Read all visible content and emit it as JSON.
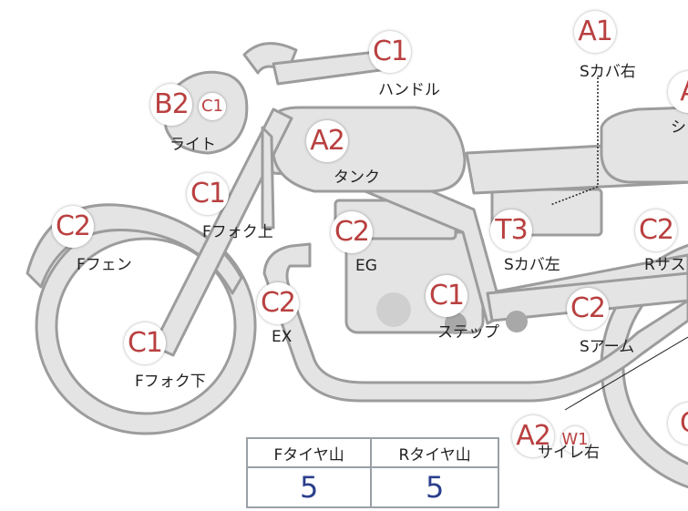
{
  "parts": [
    {
      "id": "handle",
      "grade": "C1",
      "label": "ハンドル"
    },
    {
      "id": "side-cover-right",
      "grade": "A1",
      "label": "Sカバ右"
    },
    {
      "id": "seat",
      "grade": "A",
      "label": "シ"
    },
    {
      "id": "light",
      "grade": "B2",
      "grade2": "C1",
      "label": "ライト"
    },
    {
      "id": "tank",
      "grade": "A2",
      "label": "タンク"
    },
    {
      "id": "front-fork-upper",
      "grade": "C1",
      "label": "Fフォク上"
    },
    {
      "id": "front-fender",
      "grade": "C2",
      "label": "Fフェン"
    },
    {
      "id": "engine",
      "grade": "C2",
      "label": "EG"
    },
    {
      "id": "side-cover-left",
      "grade": "T3",
      "label": "Sカバ左"
    },
    {
      "id": "rear-suspension",
      "grade": "C2",
      "label": "Rサス"
    },
    {
      "id": "exhaust",
      "grade": "C2",
      "label": "EX"
    },
    {
      "id": "step",
      "grade": "C1",
      "label": "ステップ"
    },
    {
      "id": "swing-arm",
      "grade": "C2",
      "label": "Sアーム"
    },
    {
      "id": "front-fork-lower",
      "grade": "C1",
      "label": "Fフォク下"
    },
    {
      "id": "silencer-right",
      "grade": "A2",
      "grade2": "W1",
      "label": "サイレ右"
    },
    {
      "id": "rear-partial",
      "grade": "C",
      "label": ""
    }
  ],
  "tire_table": {
    "headers": [
      "Fタイヤ山",
      "Rタイヤ山"
    ],
    "values": [
      "5",
      "5"
    ]
  },
  "colors": {
    "body_fill": "#e4e4e4",
    "body_stroke": "#9c9c9c",
    "grade_text": "#b94040",
    "value_text": "#2b3f8c"
  }
}
